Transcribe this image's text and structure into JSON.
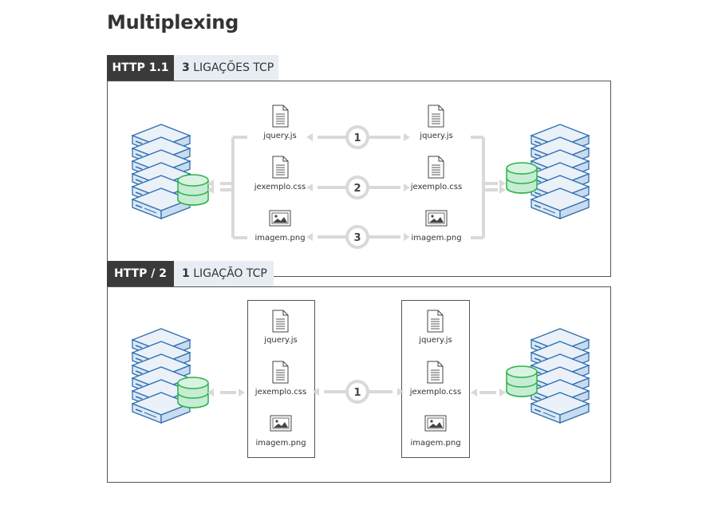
{
  "title": "Multiplexing",
  "http1": {
    "protocol": "HTTP 1.1",
    "count": "3",
    "connection_label": "LIGAÇÕES TCP",
    "files": [
      "jquery.js",
      "jexemplo.css",
      "imagem.png"
    ],
    "numbers": [
      "1",
      "2",
      "3"
    ]
  },
  "http2": {
    "protocol": "HTTP / 2",
    "count": "1",
    "connection_label": "LIGAÇÃO TCP",
    "files": [
      "jquery.js",
      "jexemplo.css",
      "imagem.png"
    ],
    "numbers": [
      "1"
    ]
  },
  "colors": {
    "dark": "#3a3a3a",
    "tab_light": "#e8edf3",
    "server_fill": "#dce8f5",
    "server_stroke": "#2f6fb0",
    "db_fill": "#c6ecd3",
    "db_stroke": "#2db34a",
    "arrow": "#d9d9d9"
  }
}
